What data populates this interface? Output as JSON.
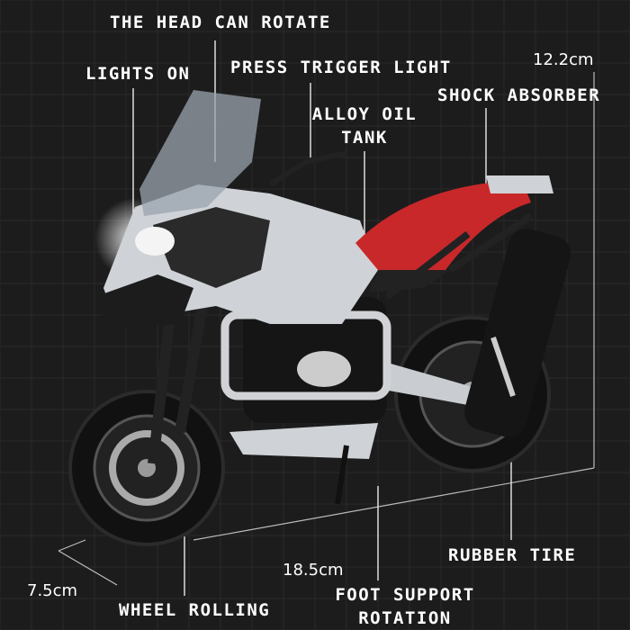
{
  "labels": {
    "head_rotate": "THE HEAD CAN ROTATE",
    "lights_on": "LIGHTS ON",
    "press_trigger": "PRESS TRIGGER LIGHT",
    "alloy_tank_1": "ALLOY OIL",
    "alloy_tank_2": "TANK",
    "shock_absorber": "SHOCK ABSORBER",
    "rubber_tire": "RUBBER TIRE",
    "wheel_rolling": "WHEEL ROLLING",
    "foot_support_1": "FOOT SUPPORT",
    "foot_support_2": "ROTATION"
  },
  "dimensions": {
    "height": "12.2cm",
    "length": "18.5cm",
    "width": "7.5cm"
  },
  "colors": {
    "background": "#1c1c1c",
    "seat": "#c8282a",
    "body": "#cfd2d6",
    "text": "#ffffff"
  }
}
